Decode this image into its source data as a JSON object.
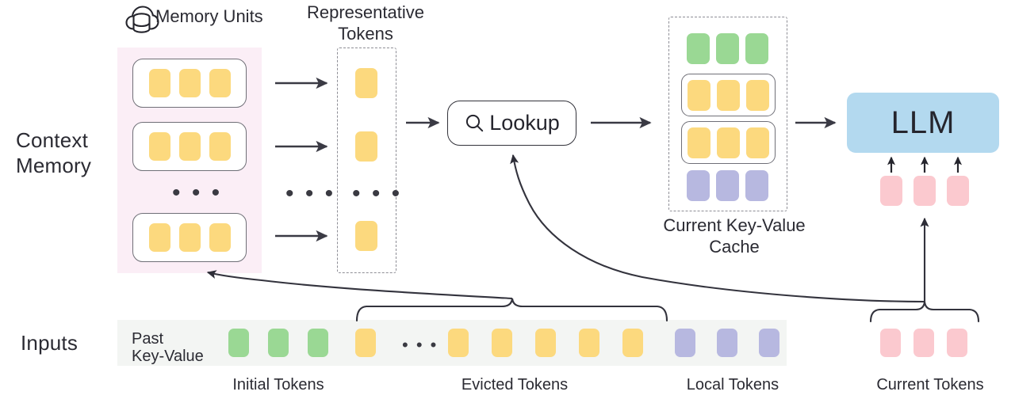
{
  "diagram": {
    "title": "Context memory / KV-cache lookup architecture",
    "side_labels": {
      "context_memory": "Context\nMemory",
      "inputs": "Inputs"
    },
    "headers": {
      "memory_units": "Memory Units",
      "representative_tokens": "Representative\nTokens",
      "current_kv_cache": "Current Key-Value\nCache"
    },
    "nodes": {
      "lookup": "Lookup",
      "llm": "LLM",
      "past_key_value": "Past\nKey-Value"
    },
    "captions": {
      "initial_tokens": "Initial Tokens",
      "evicted_tokens": "Evicted Tokens",
      "local_tokens": "Local Tokens",
      "current_tokens": "Current Tokens"
    },
    "ellipsis": "• • •",
    "icons": {
      "memory": "cloud-database-icon",
      "lookup": "magnifier-icon"
    },
    "colors": {
      "token_yellow": "#fcd97e",
      "token_green": "#9ad894",
      "token_purple": "#b7b8e0",
      "token_pink": "#fbc9cf",
      "context_panel": "#fbeef6",
      "inputs_strip": "#f3f5f3",
      "llm_fill": "#b3d9ef",
      "stroke": "#32323a",
      "dashed_stroke": "#8d8d95"
    },
    "memory_units": [
      {
        "id": "unit-1",
        "tokens": [
          "yellow",
          "yellow",
          "yellow"
        ]
      },
      {
        "id": "unit-2",
        "tokens": [
          "yellow",
          "yellow",
          "yellow"
        ]
      },
      {
        "id": "unit-3",
        "tokens": [
          "yellow",
          "yellow",
          "yellow"
        ]
      }
    ],
    "representative_tokens": [
      "yellow",
      "yellow",
      "yellow"
    ],
    "kv_cache_rows": [
      {
        "id": "kv-row-initial",
        "tokens": [
          "green",
          "green",
          "green"
        ],
        "boxed": false
      },
      {
        "id": "kv-row-retrieved-1",
        "tokens": [
          "yellow",
          "yellow",
          "yellow"
        ],
        "boxed": true
      },
      {
        "id": "kv-row-retrieved-2",
        "tokens": [
          "yellow",
          "yellow",
          "yellow"
        ],
        "boxed": true
      },
      {
        "id": "kv-row-local",
        "tokens": [
          "purple",
          "purple",
          "purple"
        ],
        "boxed": false
      }
    ],
    "input_tokens": [
      "green",
      "green",
      "green",
      "yellow",
      "ellipsis",
      "yellow",
      "yellow",
      "yellow",
      "yellow",
      "yellow",
      "purple",
      "purple",
      "purple"
    ],
    "current_tokens": [
      "pink",
      "pink",
      "pink"
    ],
    "llm_input_tokens": [
      "pink",
      "pink",
      "pink"
    ]
  }
}
